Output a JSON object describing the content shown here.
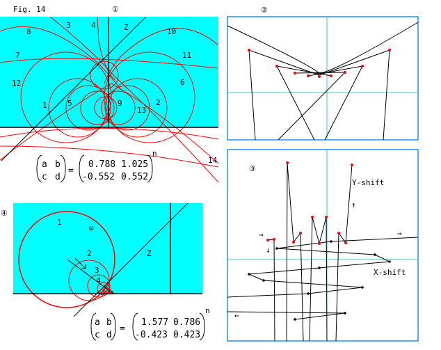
{
  "figure_title": "Fig. 14",
  "colors": {
    "background_fill": "#00ffff",
    "curve": "#ff0000",
    "frame": "#1e90ff",
    "axis": "#33cccc",
    "line": "#000000"
  },
  "panel1": {
    "marker": "①",
    "z_label": "Z",
    "curve_labels": [
      "1",
      "2",
      "3",
      "4",
      "5",
      "6",
      "7",
      "8",
      "9",
      "10",
      "11",
      "12",
      "13",
      "14"
    ],
    "matrix": {
      "lhs": [
        "a",
        "b",
        "c",
        "d"
      ],
      "equals": "=",
      "rhs": [
        "0.788",
        "1.025",
        "-0.552",
        "0.552"
      ],
      "exponent": "n"
    }
  },
  "panel2": {
    "marker": "②"
  },
  "panel3": {
    "marker": "③",
    "y_shift_label": "Y-shift",
    "x_shift_label": "X-shift",
    "arrows": [
      "→",
      "→",
      "↓",
      "↑",
      "←"
    ]
  },
  "panel4": {
    "marker": "④",
    "z_label": "Z",
    "omega_label": "ω",
    "circle_labels": [
      "1",
      "2",
      "3",
      "4"
    ],
    "matrix": {
      "lhs": [
        "a",
        "b",
        "c",
        "d"
      ],
      "equals": "=",
      "rhs": [
        "1.577",
        "0.786",
        "-0.423",
        "0.423"
      ],
      "exponent": "n"
    }
  }
}
